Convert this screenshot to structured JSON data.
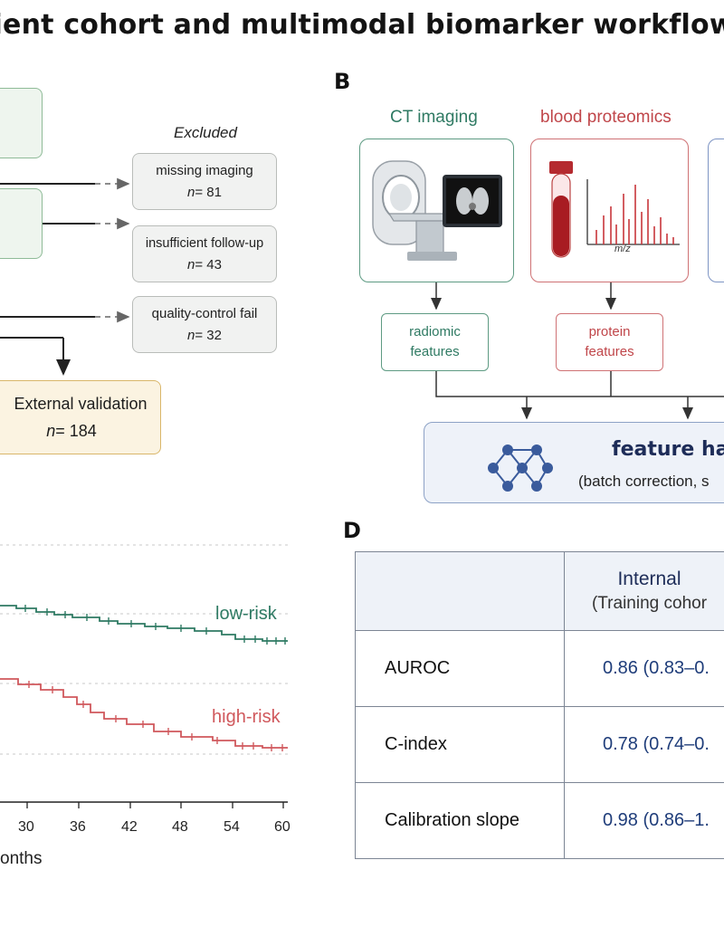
{
  "title": "tient cohort and multimodal biomarker workflow",
  "panels": {
    "B": "B",
    "D": "D"
  },
  "flow": {
    "excluded_label": "Excluded",
    "exclusions": [
      {
        "reason": "missing imaging",
        "n_prefix": "n",
        "n_value": "= 81"
      },
      {
        "reason": "insufficient follow-up",
        "n_prefix": "n",
        "n_value": "= 43"
      },
      {
        "reason": "quality-control fail",
        "n_prefix": "n",
        "n_value": "= 32"
      }
    ],
    "external": {
      "label": "External validation",
      "n_prefix": "n",
      "n_value": "= 184"
    }
  },
  "workflow": {
    "modalities": [
      {
        "name": "CT imaging",
        "color": "#2f7a63",
        "feature_line1": "radiomic",
        "feature_line2": "features"
      },
      {
        "name": "blood proteomics",
        "color": "#c0464a",
        "feature_line1": "protein",
        "feature_line2": "features"
      }
    ],
    "spectrum_axis": "m/z",
    "harmonization_title": "feature har",
    "harmonization_sub": "(batch correction, s"
  },
  "km": {
    "groups": [
      {
        "name": "low-risk",
        "color": "#2e7a63"
      },
      {
        "name": "high-risk",
        "color": "#d0585c"
      }
    ],
    "x_ticks": [
      "30",
      "36",
      "42",
      "48",
      "54",
      "60"
    ],
    "x_label": "onths"
  },
  "table": {
    "column_title": "Internal",
    "column_sub": "(Training cohor",
    "rows": [
      {
        "metric": "AUROC",
        "value": "0.86 (0.83–0."
      },
      {
        "metric": "C-index",
        "value": "0.78 (0.74–0."
      },
      {
        "metric": "Calibration slope",
        "value": "0.98 (0.86–1."
      }
    ]
  }
}
